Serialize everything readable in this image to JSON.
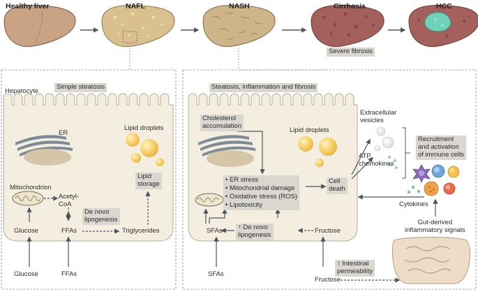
{
  "stages": {
    "healthy": "Healthy liver",
    "nafl": "NAFL",
    "nash": "NASH",
    "cirrhosis": "Cirrhosis",
    "hcc": "HCC"
  },
  "severe_fibrosis": "Severe fibrosis",
  "left_panel": {
    "hepatocyte": "Hepatocyte",
    "simple_steatosis": "Simple steatosis",
    "er": "ER",
    "lipid_droplets": "Lipid droplets",
    "mitochondrion": "Mitochondrion",
    "acetyl_coa": "Acetyl-\nCoA",
    "de_novo": "De novo\nlipogenesis",
    "lipid_storage": "Lipid\nstorage",
    "glucose_in": "Glucose",
    "ffas_in": "FFAs",
    "triglycerides": "Triglycerides",
    "glucose_out": "Glucose",
    "ffas_out": "FFAs"
  },
  "right_panel": {
    "title": "Steatosis, inflammation and fibrosis",
    "cholesterol": "Cholesterol\naccumulation",
    "lipid_droplets": "Lipid droplets",
    "stress_items": [
      "• ER stress",
      "• Mitochondrial damage",
      "• Oxidative stress (ROS)",
      "• Lipotoxicity"
    ],
    "cell_death": "Cell\ndeath",
    "de_novo": "↑ De novo\nlipogenesis",
    "sfas_in": "SFAs",
    "fructose_in": "Fructose",
    "sfas_out": "SFAs",
    "fructose_out": "Fructose",
    "extracellular_vesicles": "Extracellular\nvesicles",
    "atp": "ATP,\nchemokines",
    "recruitment": "Recruitment\nand activation\nof immune cells",
    "cytokines": "Cytokines",
    "gut_signals": "Gut-derived\ninflammatory signals",
    "intestinal": "↑ Intestinal\npermeability"
  },
  "colors": {
    "healthy": "#c9a384",
    "nafl": "#d9c08e",
    "nash": "#cdb589",
    "cirrhosis": "#a4605c",
    "hcc_tumor": "#6fd2b8",
    "panel_bg": "#f4eee0",
    "lipid": "#f6cf63",
    "label_box": "#d9d7d0",
    "er": "#7d8a98",
    "nucleus": "#d6c6a8",
    "intestine": "#eddcc8"
  }
}
